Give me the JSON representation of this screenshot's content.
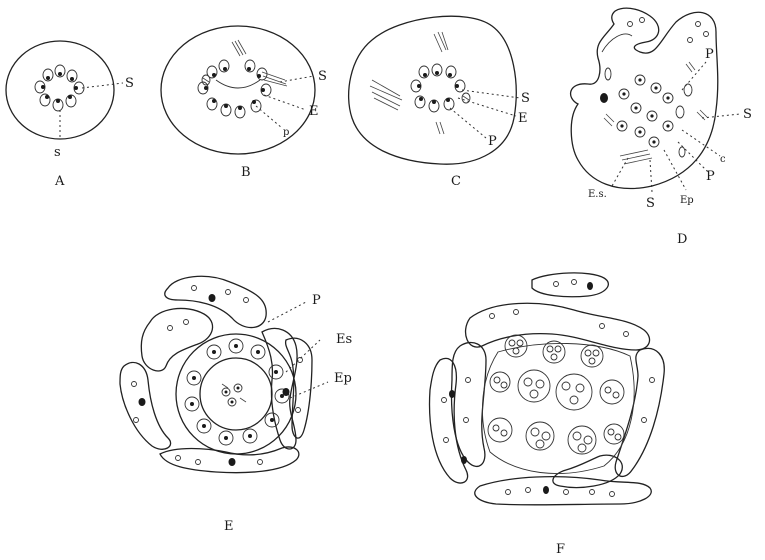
{
  "figures": [
    {
      "id": "A",
      "caption": "A",
      "labels": [
        "S",
        "s"
      ]
    },
    {
      "id": "B",
      "caption": "B",
      "labels": [
        "S",
        "E",
        "p"
      ]
    },
    {
      "id": "C",
      "caption": "C",
      "labels": [
        "S",
        "E",
        "P"
      ]
    },
    {
      "id": "D",
      "caption": "D",
      "labels": [
        "P",
        "S",
        "c",
        "P",
        "Ep",
        "S",
        "E.s."
      ]
    },
    {
      "id": "E",
      "caption": "E",
      "labels": [
        "P",
        "Es",
        "Ep"
      ]
    },
    {
      "id": "F",
      "caption": "F",
      "labels": []
    }
  ],
  "colors": {
    "ink": "#1a1a1a",
    "paper": "#ffffff"
  }
}
